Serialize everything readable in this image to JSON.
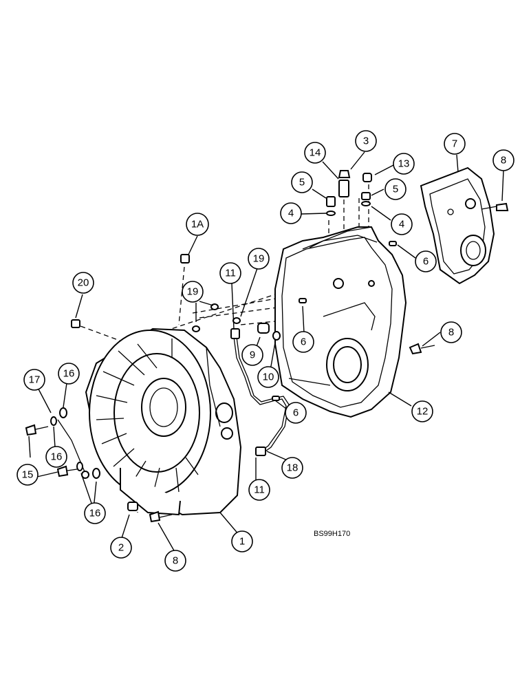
{
  "reference_code": "BS99H170",
  "callouts": [
    {
      "id": "c1",
      "label": "1"
    },
    {
      "id": "c1a",
      "label": "1A"
    },
    {
      "id": "c2",
      "label": "2"
    },
    {
      "id": "c3",
      "label": "3"
    },
    {
      "id": "c4a",
      "label": "4"
    },
    {
      "id": "c4b",
      "label": "4"
    },
    {
      "id": "c5a",
      "label": "5"
    },
    {
      "id": "c5b",
      "label": "5"
    },
    {
      "id": "c6a",
      "label": "6"
    },
    {
      "id": "c6b",
      "label": "6"
    },
    {
      "id": "c6c",
      "label": "6"
    },
    {
      "id": "c7",
      "label": "7"
    },
    {
      "id": "c8a",
      "label": "8"
    },
    {
      "id": "c8b",
      "label": "8"
    },
    {
      "id": "c8c",
      "label": "8"
    },
    {
      "id": "c9",
      "label": "9"
    },
    {
      "id": "c10",
      "label": "10"
    },
    {
      "id": "c11a",
      "label": "11"
    },
    {
      "id": "c11b",
      "label": "11"
    },
    {
      "id": "c12",
      "label": "12"
    },
    {
      "id": "c13",
      "label": "13"
    },
    {
      "id": "c14",
      "label": "14"
    },
    {
      "id": "c15",
      "label": "15"
    },
    {
      "id": "c16a",
      "label": "16"
    },
    {
      "id": "c16b",
      "label": "16"
    },
    {
      "id": "c16c",
      "label": "16"
    },
    {
      "id": "c17",
      "label": "17"
    },
    {
      "id": "c18",
      "label": "18"
    },
    {
      "id": "c19a",
      "label": "19"
    },
    {
      "id": "c19b",
      "label": "19"
    },
    {
      "id": "c20",
      "label": "20"
    }
  ]
}
